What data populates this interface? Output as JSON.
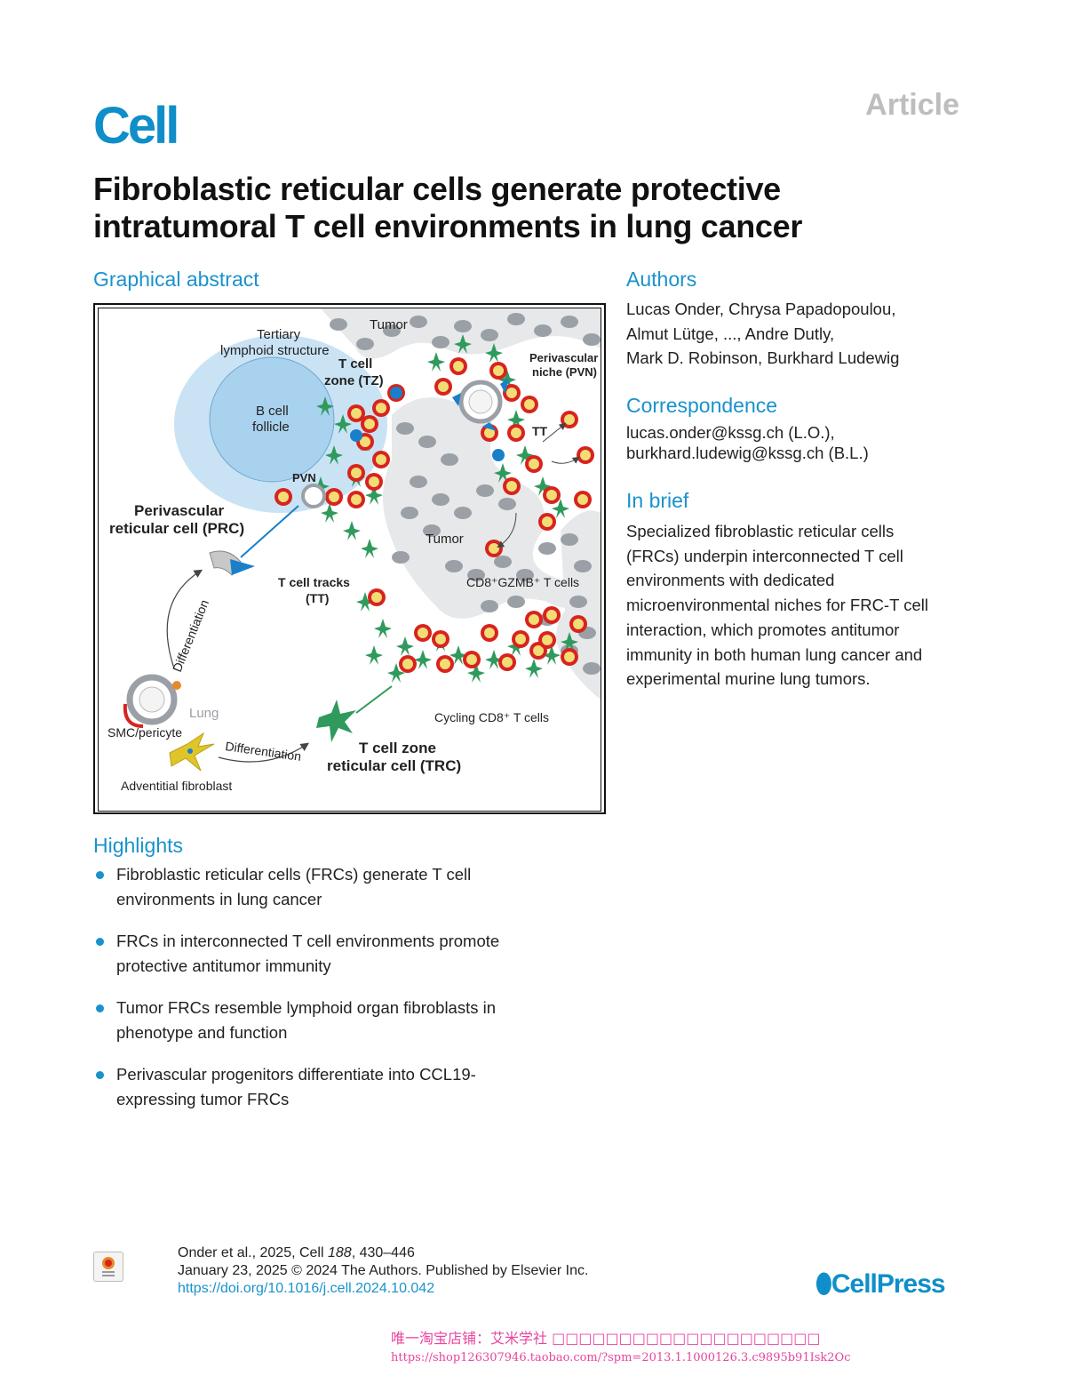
{
  "header": {
    "journal": "Cell",
    "article_type": "Article"
  },
  "title": "Fibroblastic reticular cells generate protective intratumoral T cell environments in lung cancer",
  "graphical_abstract": {
    "heading": "Graphical abstract",
    "labels": {
      "tumor_top": "Tumor",
      "tls_1": "Tertiary",
      "tls_2": "lymphoid structure",
      "tz_1": "T cell",
      "tz_2": "zone (TZ)",
      "pvn_1": "Perivascular",
      "pvn_2": "niche (PVN)",
      "bcf_1": "B cell",
      "bcf_2": "follicle",
      "tt_right": "TT",
      "pvn_small": "PVN",
      "prc_1": "Perivascular",
      "prc_2": "reticular cell (PRC)",
      "tumor_mid": "Tumor",
      "tt_1": "T cell tracks",
      "tt_2": "(TT)",
      "cd8gzmb": "CD8⁺GZMB⁺ T cells",
      "diff_1": "Differentiation",
      "lung": "Lung",
      "smc": "SMC/pericyte",
      "cycling": "Cycling CD8⁺ T cells",
      "diff_2": "Differentiation",
      "trc_1": "T cell zone",
      "trc_2": "reticular cell (TRC)",
      "adv": "Adventitial fibroblast"
    },
    "colors": {
      "tcell_ring": "#d8231f",
      "tcell_core": "#f2dc76",
      "frc": "#2f9a5c",
      "follicle": "#a9d2ee",
      "tumor_cells": "#9aa0a6",
      "tumor_region": "#e6e8ea",
      "vessel": "#1a7fc9",
      "fibroblast": "#e0c52a"
    }
  },
  "authors": {
    "heading": "Authors",
    "lines": [
      "Lucas Onder, Chrysa Papadopoulou,",
      "Almut Lütge, ..., Andre Dutly,",
      "Mark D. Robinson, Burkhard Ludewig"
    ]
  },
  "correspondence": {
    "heading": "Correspondence",
    "lines": [
      "lucas.onder@kssg.ch (L.O.),",
      "burkhard.ludewig@kssg.ch (B.L.)"
    ]
  },
  "in_brief": {
    "heading": "In brief",
    "lines": [
      "Specialized fibroblastic reticular cells",
      "(FRCs) underpin interconnected T cell",
      "environments with dedicated",
      "microenvironmental niches for FRC-T cell",
      "interaction, which promotes antitumor",
      "immunity in both human lung cancer and",
      "experimental murine lung tumors."
    ]
  },
  "highlights": {
    "heading": "Highlights",
    "items": [
      [
        "Fibroblastic reticular cells (FRCs) generate T cell",
        "environments in lung cancer"
      ],
      [
        "FRCs in interconnected T cell environments promote",
        "protective antitumor immunity"
      ],
      [
        "Tumor FRCs resemble lymphoid organ fibroblasts in",
        "phenotype and function"
      ],
      [
        "Perivascular progenitors differentiate into CCL19-",
        "expressing tumor FRCs"
      ]
    ]
  },
  "footer": {
    "citation_authors": "Onder et al., 2025, Cell ",
    "volume": "188",
    "pages": ", 430–446",
    "date_line": "January 23, 2025 © 2024 The Authors. Published by Elsevier Inc.",
    "doi": "https://doi.org/10.1016/j.cell.2024.10.042",
    "publisher": "CellPress",
    "badge": "Check for updates"
  },
  "watermark": {
    "line1": "唯一淘宝店铺：艾米学社 □□□□□□□□□□□□□□□□□□□□",
    "line2": "https://shop126307946.taobao.com/?spm=2013.1.1000126.3.c9895b91Isk2Oc"
  }
}
